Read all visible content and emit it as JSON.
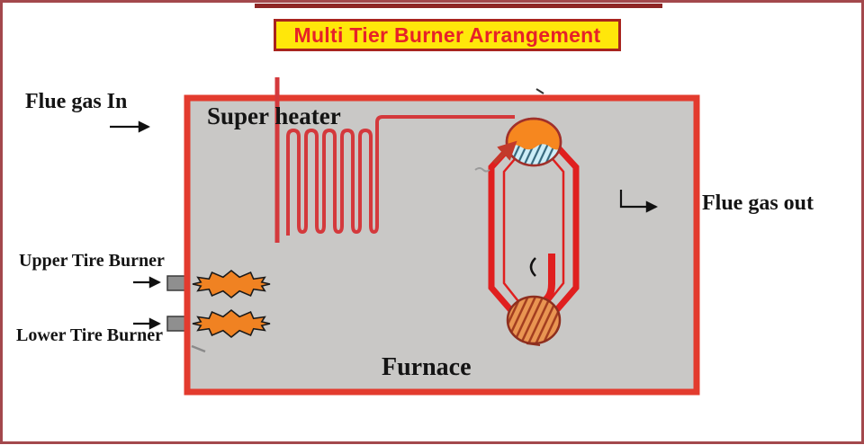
{
  "title": {
    "text": "Multi Tier Burner Arrangement"
  },
  "labels": {
    "flue_gas_in": "Flue gas In",
    "super_heater": "Super heater",
    "upper_burner": "Upper Tire Burner",
    "lower_burner": "Lower Tire Burner",
    "furnace": "Furnace",
    "flue_gas_out": "Flue gas out"
  },
  "colors": {
    "outer_frame": "#a3484c",
    "title_bg": "#ffe70a",
    "title_fg": "#e62129",
    "title_border": "#a8241f",
    "furnace_fill": "#c9c8c6",
    "furnace_border": "#e33b2e",
    "superheater_pipe": "#d4393c",
    "loop_red": "#e01f1f",
    "flame_orange": "#f08222",
    "nozzle_gray": "#8f8f8f",
    "steam_drum_top": "#f6871f",
    "steam_drum_water": "#cdeef8",
    "steam_drum_hatch": "#35687d",
    "mud_drum_fill": "#e99552",
    "mud_drum_hatch": "#a33d1f",
    "drum_outline": "#a0302a",
    "arrow_black": "#111111"
  }
}
